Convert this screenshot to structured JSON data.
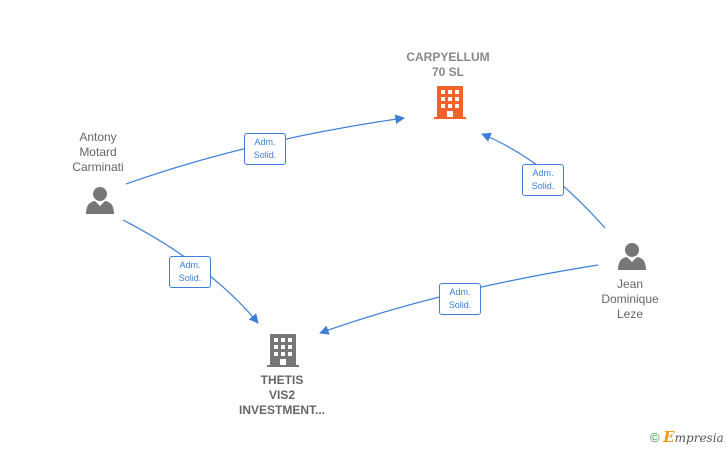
{
  "colors": {
    "edge": "#3b7fd8",
    "main_company": "#f4622b",
    "company": "#777777",
    "person": "#777777"
  },
  "nodes": {
    "carpyellum": {
      "line1": "CARPYELLUM",
      "line2": "70  SL",
      "icon": "building-icon"
    },
    "thetis": {
      "line1": "THETIS",
      "line2": "VIS2",
      "line3": "INVESTMENT...",
      "icon": "building-icon"
    },
    "antony": {
      "line1": "Antony",
      "line2": "Motard",
      "line3": "Carminati",
      "icon": "person-icon"
    },
    "jean": {
      "line1": "Jean",
      "line2": "Dominique",
      "line3": "Leze",
      "icon": "person-icon"
    }
  },
  "edges": [
    {
      "from": "antony",
      "to": "carpyellum",
      "line1": "Adm.",
      "line2": "Solid."
    },
    {
      "from": "antony",
      "to": "thetis",
      "line1": "Adm.",
      "line2": "Solid."
    },
    {
      "from": "jean",
      "to": "carpyellum",
      "line1": "Adm.",
      "line2": "Solid."
    },
    {
      "from": "jean",
      "to": "thetis",
      "line1": "Adm.",
      "line2": "Solid."
    }
  ],
  "brand": {
    "copyright": "©",
    "initial": "E",
    "name": "mpresia"
  }
}
